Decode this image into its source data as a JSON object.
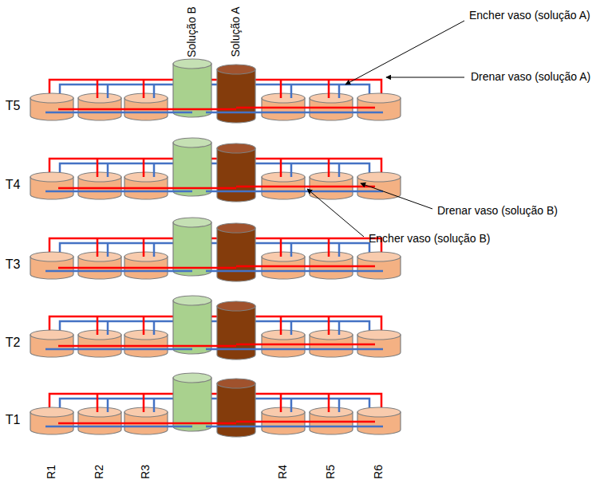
{
  "diagram": {
    "labels": [
      "Solução B",
      "Solução A",
      "Encher vaso (solução A)",
      "Drenar vaso (solução A)",
      "T5",
      "Drenar vaso (solução B)",
      "Encher vaso (solução B)",
      "T4",
      "T3",
      "T2",
      "T1",
      "R1",
      "R2",
      "R3",
      "R4",
      "R5",
      "R6"
    ]
  }
}
